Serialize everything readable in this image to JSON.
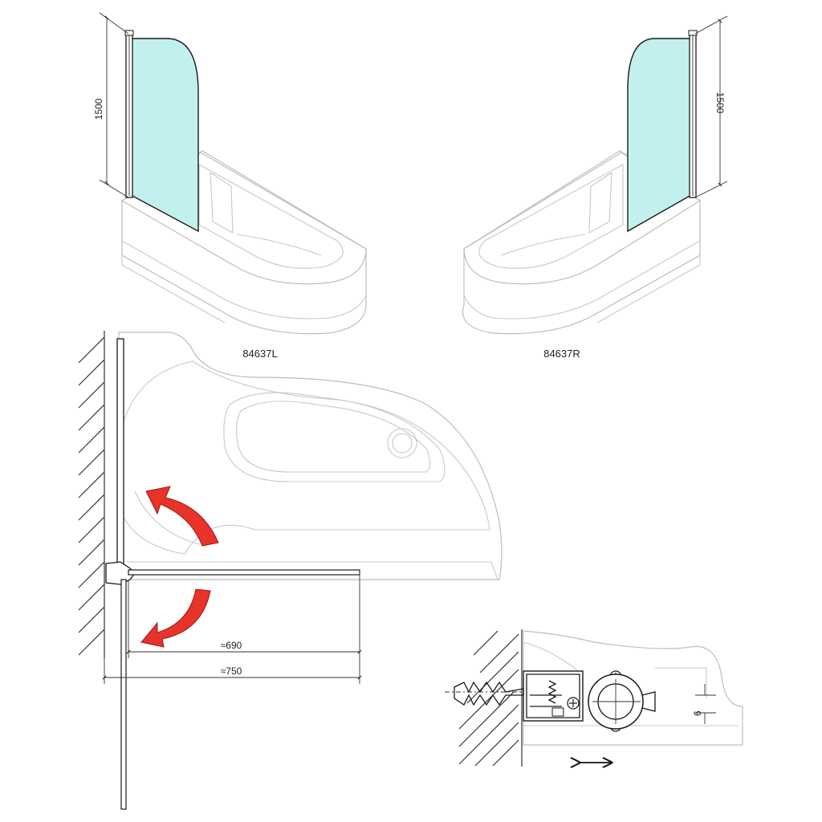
{
  "colors": {
    "glass": "#c2f0ee",
    "arrow": "#e8332a",
    "line": "#1a1a1a",
    "tub": "#bdbdbd"
  },
  "views": {
    "left": {
      "model": "84637L",
      "height_dim": "1500"
    },
    "right": {
      "model": "84637R",
      "height_dim": "1500"
    }
  },
  "plan": {
    "dim_inner": "≈690",
    "dim_outer": "≈750"
  },
  "detail": {
    "dim_offset": "6"
  }
}
